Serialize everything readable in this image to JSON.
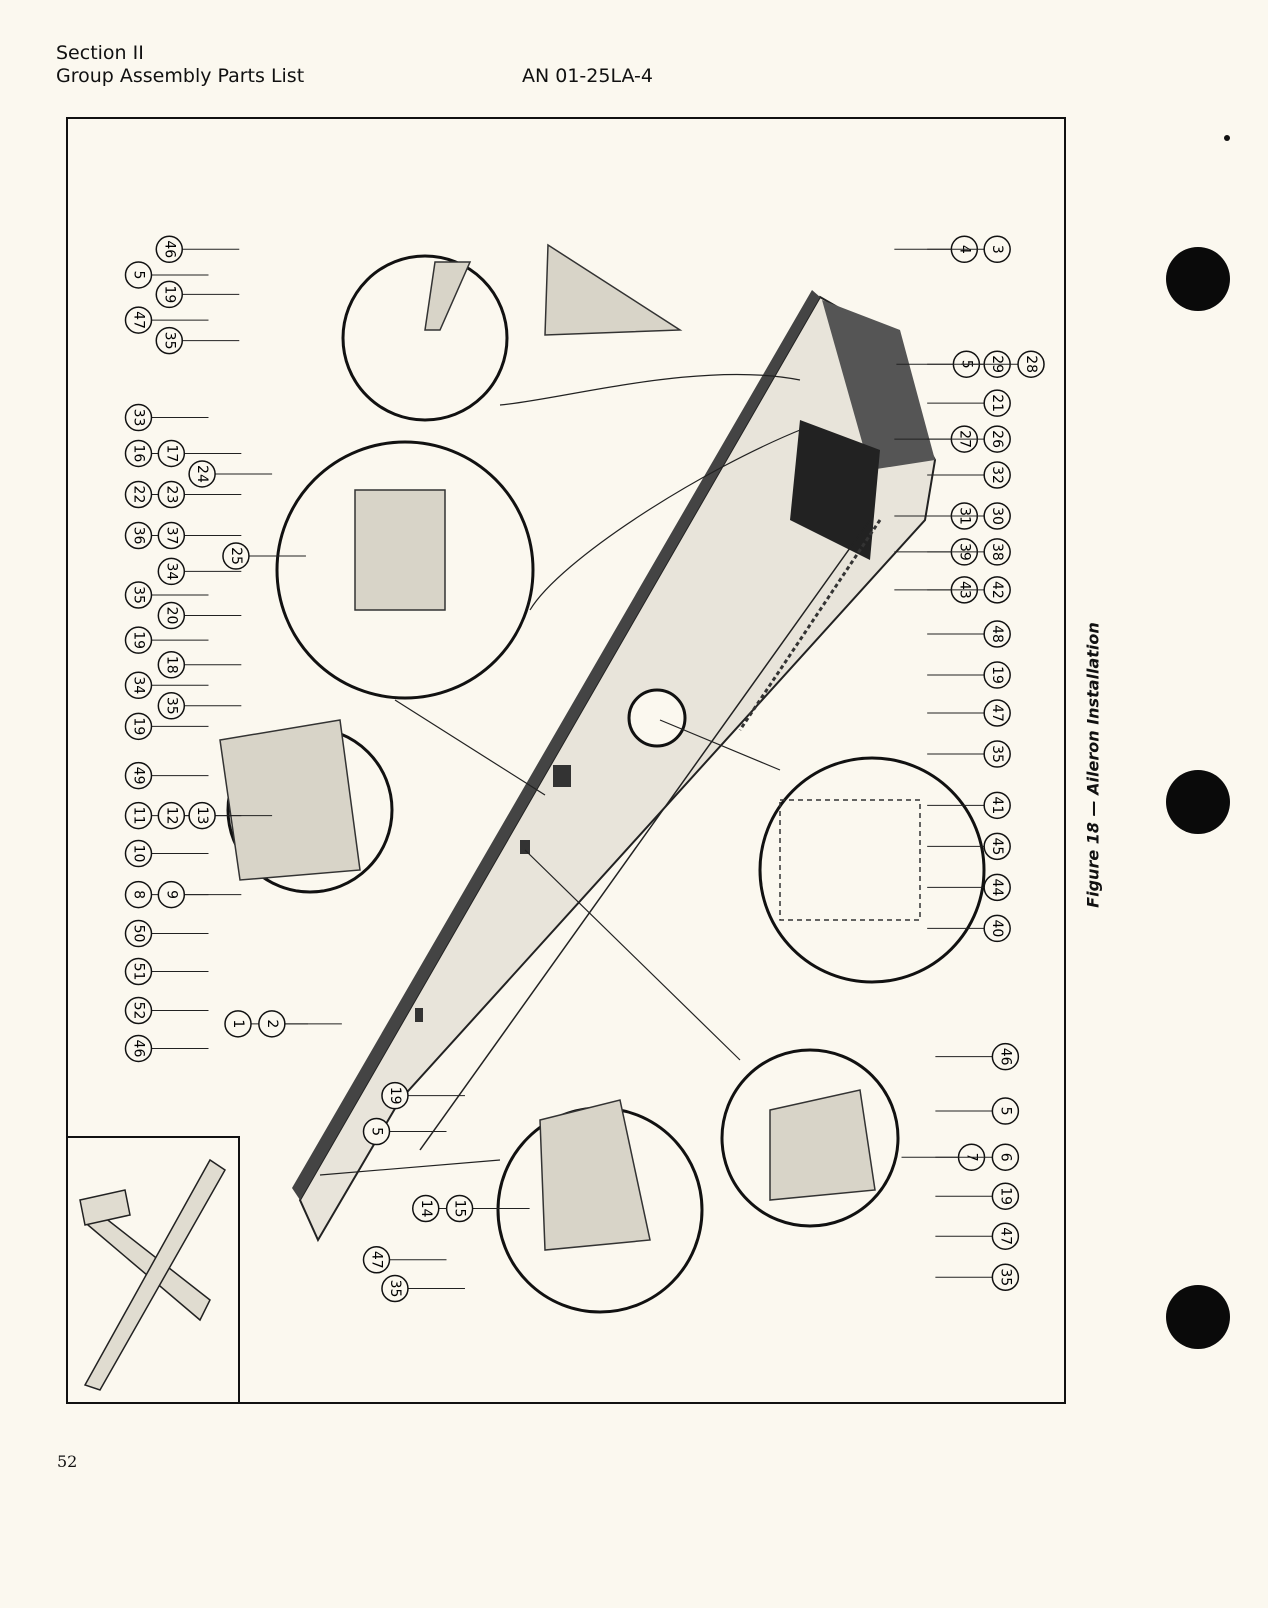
{
  "header": {
    "section": "Section II",
    "group": "Group Assembly Parts List",
    "doc_number": "AN 01-25LA-4"
  },
  "figure": {
    "caption": "Figure 18 — Aileron Installation",
    "callouts": [
      "46",
      "5",
      "19",
      "47",
      "35",
      "33",
      "16",
      "17",
      "24",
      "22",
      "23",
      "36",
      "37",
      "25",
      "34",
      "35",
      "20",
      "19",
      "18",
      "34",
      "35",
      "19",
      "49",
      "11",
      "12",
      "13",
      "10",
      "8",
      "9",
      "50",
      "51",
      "52",
      "1",
      "2",
      "46",
      "19",
      "5",
      "14",
      "15",
      "47",
      "35",
      "4",
      "3",
      "5",
      "29",
      "28",
      "21",
      "27",
      "26",
      "32",
      "31",
      "30",
      "39",
      "38",
      "43",
      "42",
      "48",
      "19",
      "47",
      "35",
      "41",
      "45",
      "44",
      "40",
      "46",
      "5",
      "7",
      "6",
      "19",
      "47",
      "35"
    ]
  },
  "footer": {
    "page_number": "52"
  }
}
